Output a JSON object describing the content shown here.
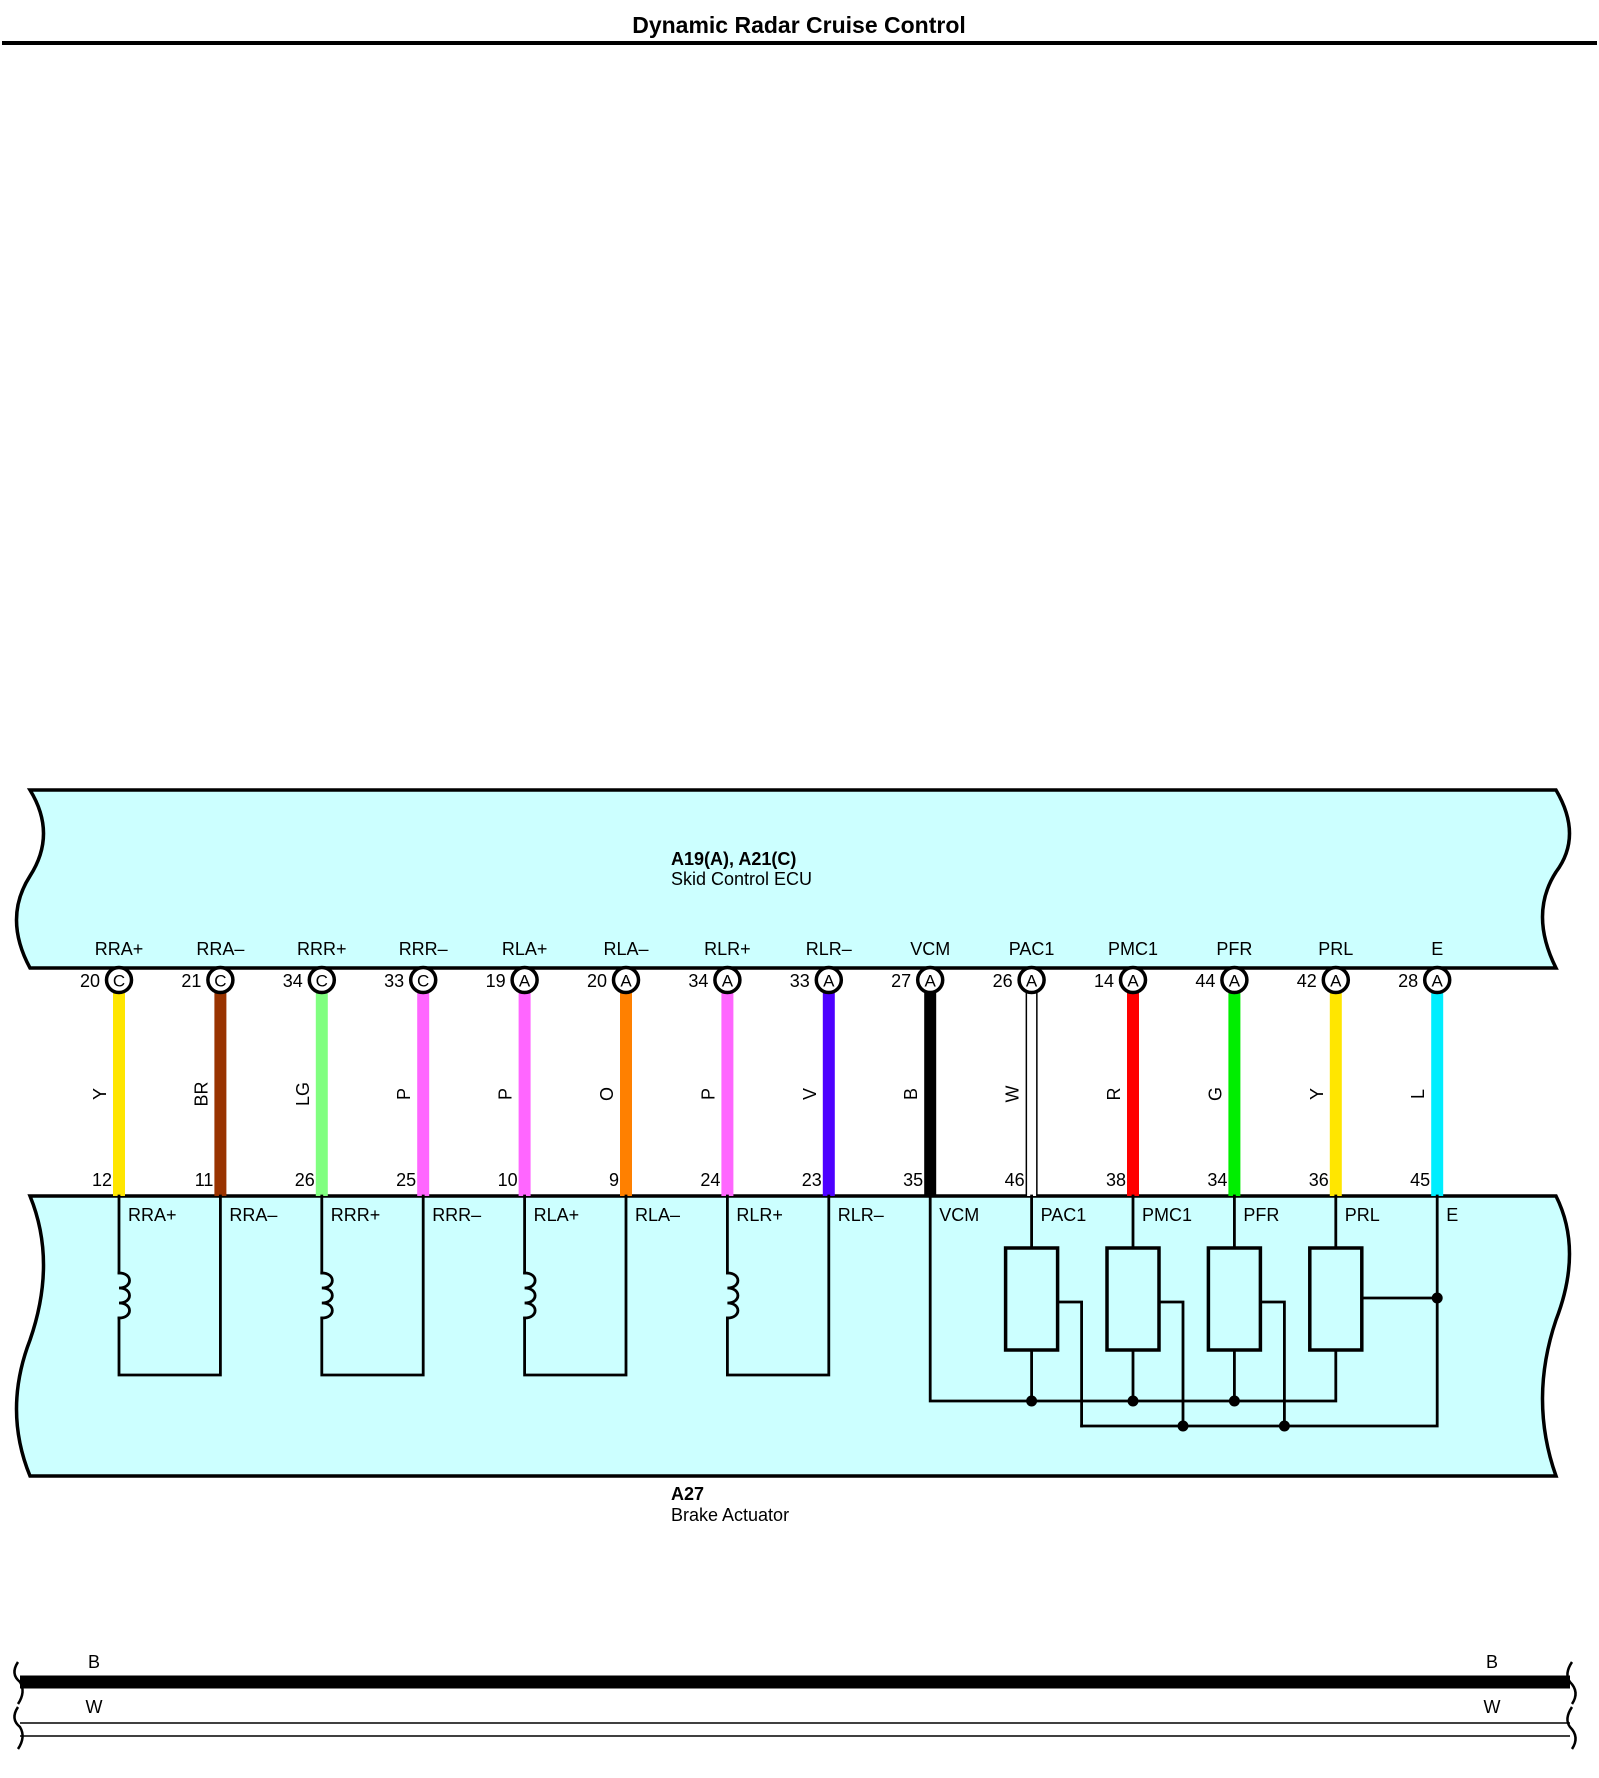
{
  "title": "Dynamic Radar Cruise Control",
  "ecu": {
    "connector": "A19(A), A21(C)",
    "name": "Skid Control ECU"
  },
  "actuator": {
    "connector": "A27",
    "name": "Brake Actuator"
  },
  "colors": {
    "component_fill": "#ccffff",
    "outline": "#000000"
  },
  "wires": [
    {
      "ecu_terminal": "RRA+",
      "ecu_pin": "20",
      "connector": "C",
      "color_code": "Y",
      "hex": "#ffe600",
      "act_pin": "12",
      "act_terminal": "RRA+"
    },
    {
      "ecu_terminal": "RRA–",
      "ecu_pin": "21",
      "connector": "C",
      "color_code": "BR",
      "hex": "#993300",
      "act_pin": "11",
      "act_terminal": "RRA–"
    },
    {
      "ecu_terminal": "RRR+",
      "ecu_pin": "34",
      "connector": "C",
      "color_code": "LG",
      "hex": "#80ff80",
      "act_pin": "26",
      "act_terminal": "RRR+"
    },
    {
      "ecu_terminal": "RRR–",
      "ecu_pin": "33",
      "connector": "C",
      "color_code": "P",
      "hex": "#ff66ff",
      "act_pin": "25",
      "act_terminal": "RRR–"
    },
    {
      "ecu_terminal": "RLA+",
      "ecu_pin": "19",
      "connector": "A",
      "color_code": "P",
      "hex": "#ff66ff",
      "act_pin": "10",
      "act_terminal": "RLA+"
    },
    {
      "ecu_terminal": "RLA–",
      "ecu_pin": "20",
      "connector": "A",
      "color_code": "O",
      "hex": "#ff8000",
      "act_pin": "9",
      "act_terminal": "RLA–"
    },
    {
      "ecu_terminal": "RLR+",
      "ecu_pin": "34",
      "connector": "A",
      "color_code": "P",
      "hex": "#ff66ff",
      "act_pin": "24",
      "act_terminal": "RLR+"
    },
    {
      "ecu_terminal": "RLR–",
      "ecu_pin": "33",
      "connector": "A",
      "color_code": "V",
      "hex": "#4d00ff",
      "act_pin": "23",
      "act_terminal": "RLR–"
    },
    {
      "ecu_terminal": "VCM",
      "ecu_pin": "27",
      "connector": "A",
      "color_code": "B",
      "hex": "#000000",
      "act_pin": "35",
      "act_terminal": "VCM"
    },
    {
      "ecu_terminal": "PAC1",
      "ecu_pin": "26",
      "connector": "A",
      "color_code": "W",
      "hex": "#ffffff",
      "act_pin": "46",
      "act_terminal": "PAC1"
    },
    {
      "ecu_terminal": "PMC1",
      "ecu_pin": "14",
      "connector": "A",
      "color_code": "R",
      "hex": "#ff0000",
      "act_pin": "38",
      "act_terminal": "PMC1"
    },
    {
      "ecu_terminal": "PFR",
      "ecu_pin": "44",
      "connector": "A",
      "color_code": "G",
      "hex": "#00ee00",
      "act_pin": "34",
      "act_terminal": "PFR"
    },
    {
      "ecu_terminal": "PRL",
      "ecu_pin": "42",
      "connector": "A",
      "color_code": "Y",
      "hex": "#ffe600",
      "act_pin": "36",
      "act_terminal": "PRL"
    },
    {
      "ecu_terminal": "E",
      "ecu_pin": "28",
      "connector": "A",
      "color_code": "L",
      "hex": "#00eeff",
      "act_pin": "45",
      "act_terminal": "E"
    }
  ],
  "bottom_wires": [
    {
      "label": "B",
      "hex": "#000000"
    },
    {
      "label": "W",
      "hex": "#ffffff"
    }
  ]
}
